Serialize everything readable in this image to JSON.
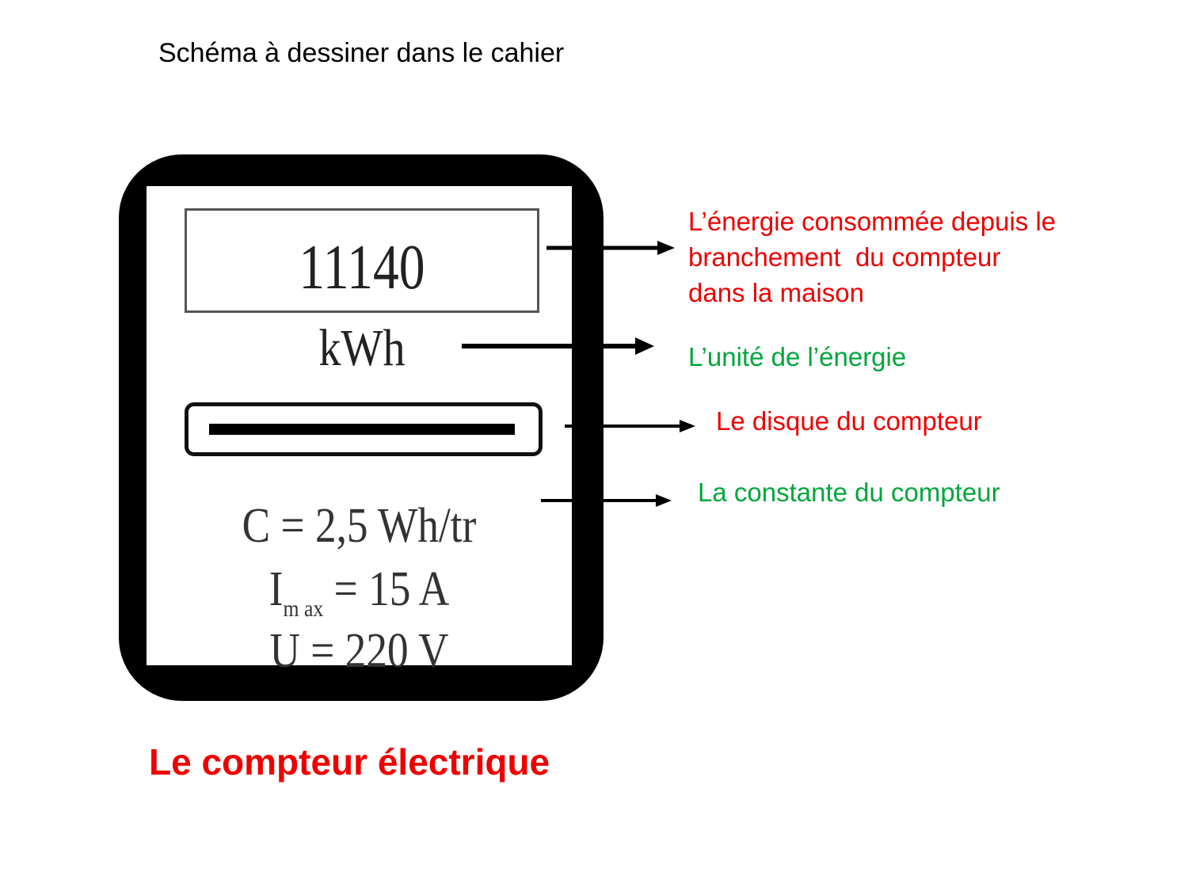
{
  "instruction": "Schéma à dessiner dans le cahier",
  "meter": {
    "counter_value": "11140",
    "counter_unit": "kWh",
    "constant": "C = 2,5 Wh/tr",
    "current_prefix": "I",
    "current_subscript": "m ax",
    "current_suffix": " = 15 A",
    "voltage": "U = 220 V"
  },
  "annotations": [
    {
      "lines": [
        "L’énergie consommée depuis le",
        "branchement  du compteur",
        "dans la maison"
      ],
      "color": "#ee0000"
    },
    {
      "lines": [
        "L’unité de l’énergie"
      ],
      "color": "#00a63c"
    },
    {
      "lines": [
        "Le disque du compteur"
      ],
      "color": "#ee0000"
    },
    {
      "lines": [
        "La constante du compteur"
      ],
      "color": "#00a63c"
    }
  ],
  "caption": "Le compteur électrique"
}
